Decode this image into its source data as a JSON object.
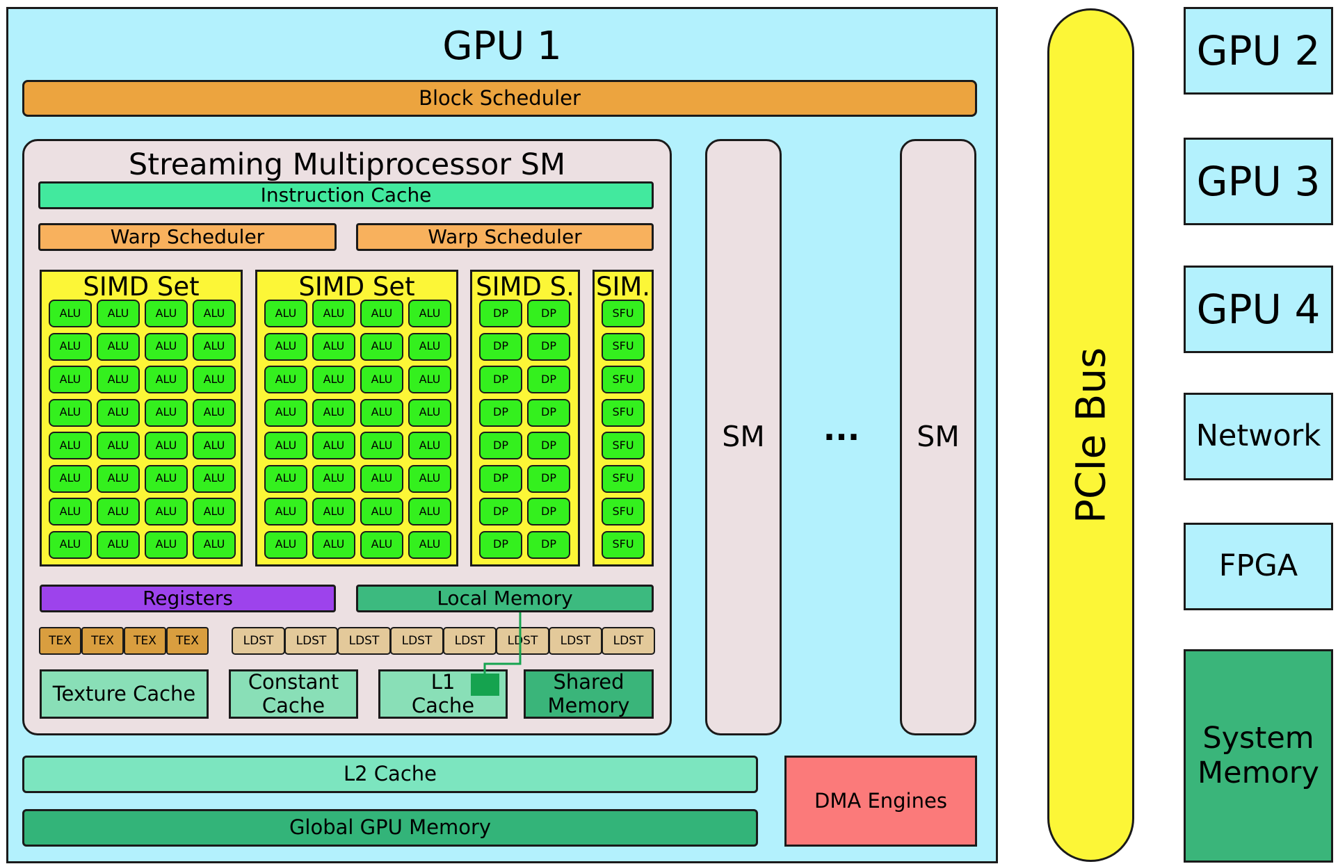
{
  "gpu1": {
    "title": "GPU 1",
    "block_scheduler": "Block Scheduler",
    "sm": {
      "title": "Streaming Multiprocessor SM",
      "instruction_cache": "Instruction Cache",
      "warp_schedulers": [
        "Warp Scheduler",
        "Warp Scheduler"
      ],
      "simd_sets": [
        {
          "title": "SIMD Set",
          "unit": "ALU",
          "cols": 4,
          "rows": 8
        },
        {
          "title": "SIMD Set",
          "unit": "ALU",
          "cols": 4,
          "rows": 8
        },
        {
          "title": "SIMD S.",
          "unit": "DP",
          "cols": 2,
          "rows": 8
        },
        {
          "title": "SIM.",
          "unit": "SFU",
          "cols": 1,
          "rows": 8
        }
      ],
      "registers": "Registers",
      "local_memory": "Local Memory",
      "tex_units": [
        "TEX",
        "TEX",
        "TEX",
        "TEX"
      ],
      "ldst_units": [
        "LDST",
        "LDST",
        "LDST",
        "LDST",
        "LDST",
        "LDST",
        "LDST",
        "LDST"
      ],
      "texture_cache": "Texture Cache",
      "constant_cache": "Constant\nCache",
      "l1_cache": "L1\nCache",
      "shared_memory": "Shared\nMemory"
    },
    "other_sms": [
      "SM",
      "SM"
    ],
    "ellipsis": "...",
    "l2_cache": "L2 Cache",
    "global_memory": "Global GPU Memory",
    "dma_engines": "DMA Engines"
  },
  "bus": "PCIe Bus",
  "devices": [
    "GPU 2",
    "GPU 3",
    "GPU 4",
    "Network",
    "FPGA"
  ],
  "system_memory": "System\nMemory",
  "colors": {
    "gpu_bg": "#b3f1fd",
    "block_scheduler": "#eca43f",
    "warp_scheduler": "#f8b15d",
    "instruction_cache": "#42e99e",
    "simd_set": "#fcf637",
    "alu": "#34f01e",
    "registers": "#9d43ec",
    "local_memory": "#3cba7f",
    "cache": "#89dfb7",
    "shared_memory": "#3ab57a",
    "l2_cache": "#7ce5bf",
    "global_memory": "#33b479",
    "dma": "#fb7a7a",
    "pcie": "#fcf637",
    "system_memory": "#3ab57a"
  }
}
